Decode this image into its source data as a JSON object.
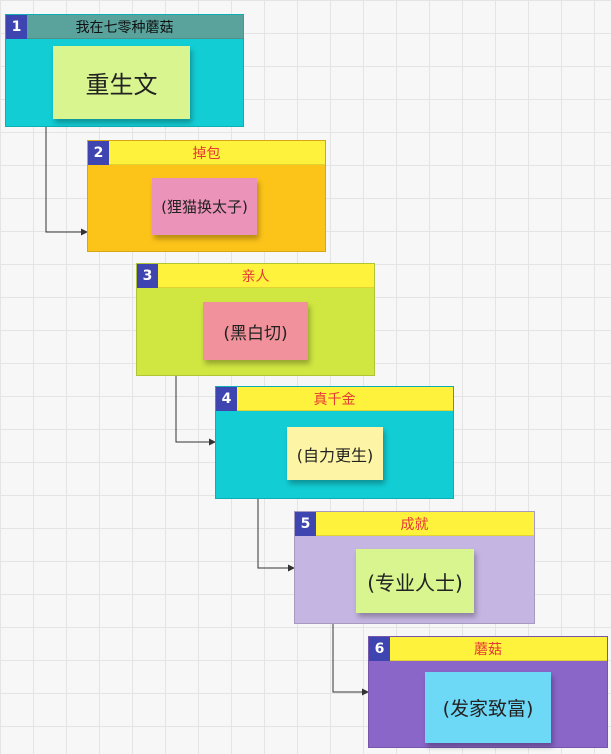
{
  "frames": [
    {
      "number": "1",
      "title": "我在七零种蘑菇",
      "note": "重生文"
    },
    {
      "number": "2",
      "title": "掉包",
      "note": "(狸猫换太子)"
    },
    {
      "number": "3",
      "title": "亲人",
      "note": "(黑白切)"
    },
    {
      "number": "4",
      "title": "真千金",
      "note": "(自力更生)"
    },
    {
      "number": "5",
      "title": "成就",
      "note": "(专业人士)"
    },
    {
      "number": "6",
      "title": "蘑菇",
      "note": "(发家致富)"
    }
  ],
  "colors": {
    "cyan": "#12cdd4",
    "orange": "#fcc419",
    "lime": "#d0e641",
    "lavender": "#c5b5e2",
    "purple": "#8a66c8",
    "header_yellow": "#fff23c",
    "header_teal": "#5aa39d",
    "number_badge": "#3f45b0",
    "title_red": "#e53935",
    "note_green": "#d8f58f",
    "note_pink": "#ec93b9",
    "note_salmon": "#f0919b",
    "note_yellow": "#fdf5a5",
    "note_sky": "#6ed8f7"
  }
}
